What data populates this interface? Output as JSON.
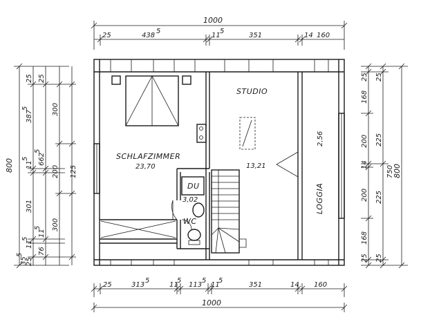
{
  "top": {
    "total": "1000",
    "parts": [
      {
        "label": "25"
      },
      {
        "label": "438",
        "sup": "5"
      },
      {
        "label": "11",
        "sup": "5"
      },
      {
        "label": "351"
      },
      {
        "label": "14"
      },
      {
        "label": "160"
      }
    ]
  },
  "bottom": {
    "total": "1000",
    "parts": [
      {
        "label": "25"
      },
      {
        "label": "313",
        "sup": "5"
      },
      {
        "label": "11",
        "sup": "5"
      },
      {
        "label": "113",
        "sup": "5"
      },
      {
        "label": "11",
        "sup": "5"
      },
      {
        "label": "351"
      },
      {
        "label": "14"
      },
      {
        "label": "160"
      }
    ]
  },
  "left": {
    "total": "800",
    "col_a": [
      "25",
      "387",
      "5",
      "11",
      "5",
      "301",
      "11",
      "5",
      "25",
      "35",
      "5"
    ],
    "col_b": [
      "25",
      "662",
      "5",
      "76",
      "11",
      "5"
    ],
    "col_c": [
      "300",
      "200",
      "300"
    ],
    "col_d": [
      "125"
    ]
  },
  "right": {
    "total": "800",
    "col_a": [
      "25",
      "168",
      "200",
      "14",
      "200",
      "168",
      "25"
    ],
    "col_b": [
      "25",
      "225",
      "225",
      "25"
    ],
    "col_c": [
      "750"
    ]
  },
  "rooms": {
    "schlafzimmer": {
      "name": "SCHLAFZIMMER",
      "area": "23,70"
    },
    "studio": {
      "name": "STUDIO",
      "area": "13,21"
    },
    "loggia": {
      "name": "LOGGIA",
      "area": "2,56"
    },
    "bath": {
      "shower": "DU",
      "wc": "WC",
      "area": "3,02"
    }
  }
}
